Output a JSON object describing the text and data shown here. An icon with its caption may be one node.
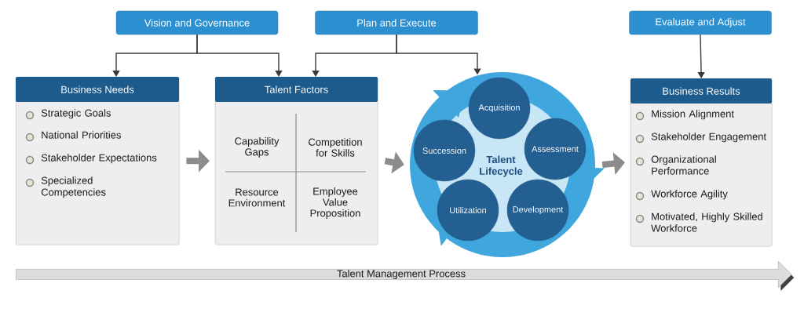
{
  "diagram": {
    "nodes": [
      {
        "text": [
          "Vision and Governance"
        ]
      },
      {
        "text": [
          "Plan and Execute"
        ]
      },
      {
        "text": [
          "Evaluate and Adjust"
        ]
      },
      {
        "text": [
          "Business Needs",
          "Strategic Goals",
          "National Priorities",
          "Stakeholder Expectations",
          "Specialized Competencies"
        ]
      },
      {
        "text": [
          "Talent Factors",
          "Capability Gaps",
          "Competition for Skills",
          "Resource Environment",
          "Employee Value Proposition"
        ]
      },
      {
        "text": [
          "Talent Lifecycle"
        ]
      },
      {
        "text": [
          "Acquisition"
        ],
        "in": 5
      },
      {
        "text": [
          "Assessment"
        ],
        "in": 5
      },
      {
        "text": [
          "Development"
        ],
        "in": 5
      },
      {
        "text": [
          "Utilization"
        ],
        "in": 5
      },
      {
        "text": [
          "Succession"
        ],
        "in": 5
      },
      {
        "text": [
          "Business Results",
          "Mission Alignment",
          "Stakeholder Engagement",
          "Organizational Performance",
          "Workforce Agility",
          "Motivated, Highly Skilled Workforce"
        ]
      },
      {
        "text": [
          "Talent Management Process"
        ]
      }
    ],
    "edges": [
      {
        "from": 0,
        "to": 3,
        "arrow": "to"
      },
      {
        "from": 0,
        "to": 4,
        "arrow": "to"
      },
      {
        "from": 1,
        "to": 4,
        "arrow": "to"
      },
      {
        "from": 1,
        "to": 5,
        "arrow": "to"
      },
      {
        "from": 2,
        "to": 11,
        "arrow": "to"
      },
      {
        "from": 3,
        "to": 4,
        "arrow": "to",
        "style": "thick",
        "color": "#8c8c8c"
      },
      {
        "from": 4,
        "to": 5,
        "arrow": "to",
        "style": "thick",
        "color": "#8c8c8c"
      },
      {
        "from": 5,
        "to": 11,
        "arrow": "to",
        "style": "thick",
        "color": "#8c8c8c"
      }
    ]
  }
}
